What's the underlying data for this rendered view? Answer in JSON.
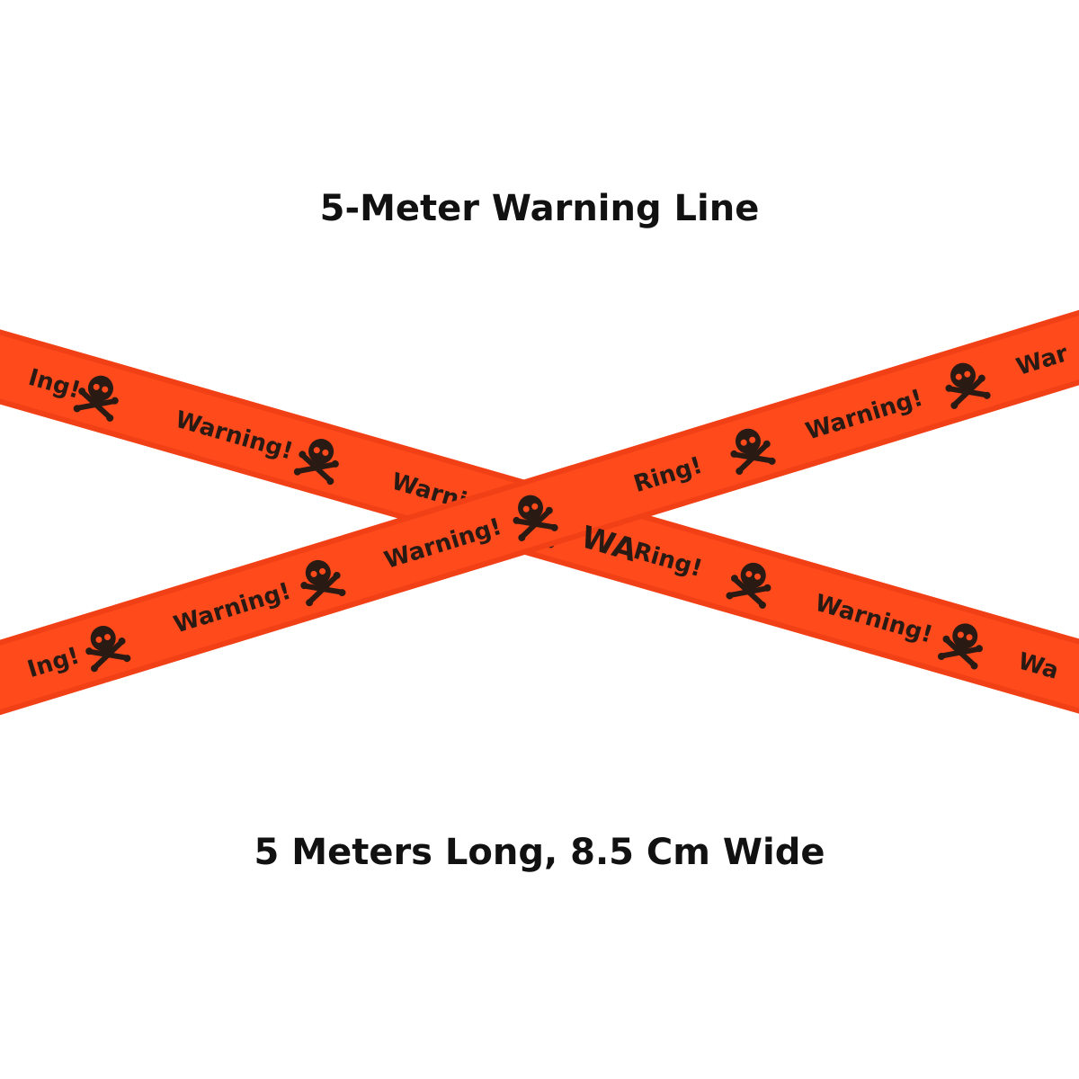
{
  "title": "5-Meter Warning Line",
  "subtitle": "5 Meters Long, 8.5 Cm Wide",
  "colors": {
    "tape": "#ff4a1c",
    "tape_dark": "#e83a12",
    "ink": "#2a1a14",
    "background": "#ffffff"
  },
  "icons": {
    "tape_symbol": "skull-crossbones-icon"
  },
  "tape_a": {
    "labels": [
      "Ing!",
      "Warning!",
      "Warning!",
      "WA"
    ]
  },
  "tape_b": {
    "labels": [
      "Ing!",
      "Warning!",
      "Warning!",
      "Ring!",
      "Warning!",
      "War"
    ]
  },
  "tape_c": {
    "labels": [
      "Ring!",
      "Warning!",
      "Wa"
    ]
  }
}
